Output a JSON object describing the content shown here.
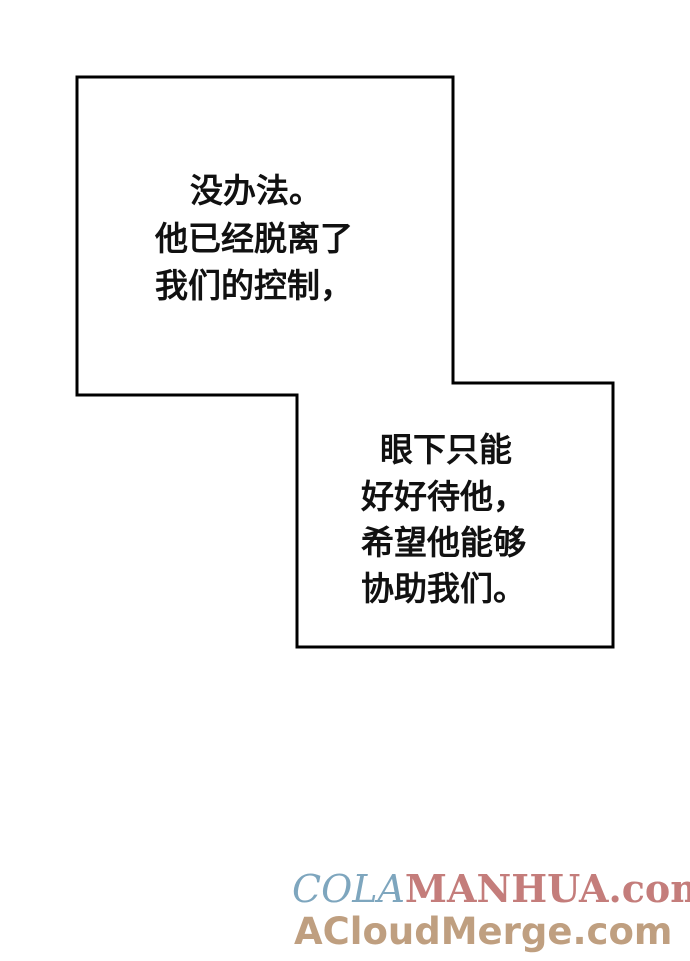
{
  "bubble_1": {
    "lines": [
      "没办法。",
      "他已经脱离了",
      "我们的控制，"
    ]
  },
  "bubble_2": {
    "lines": [
      "眼下只能",
      "好好待他，",
      "希望他能够",
      "协助我们。"
    ]
  },
  "watermark": {
    "part1": "COLA",
    "part2": "MANHUA.com",
    "line2": "ACloudMerge.com"
  }
}
